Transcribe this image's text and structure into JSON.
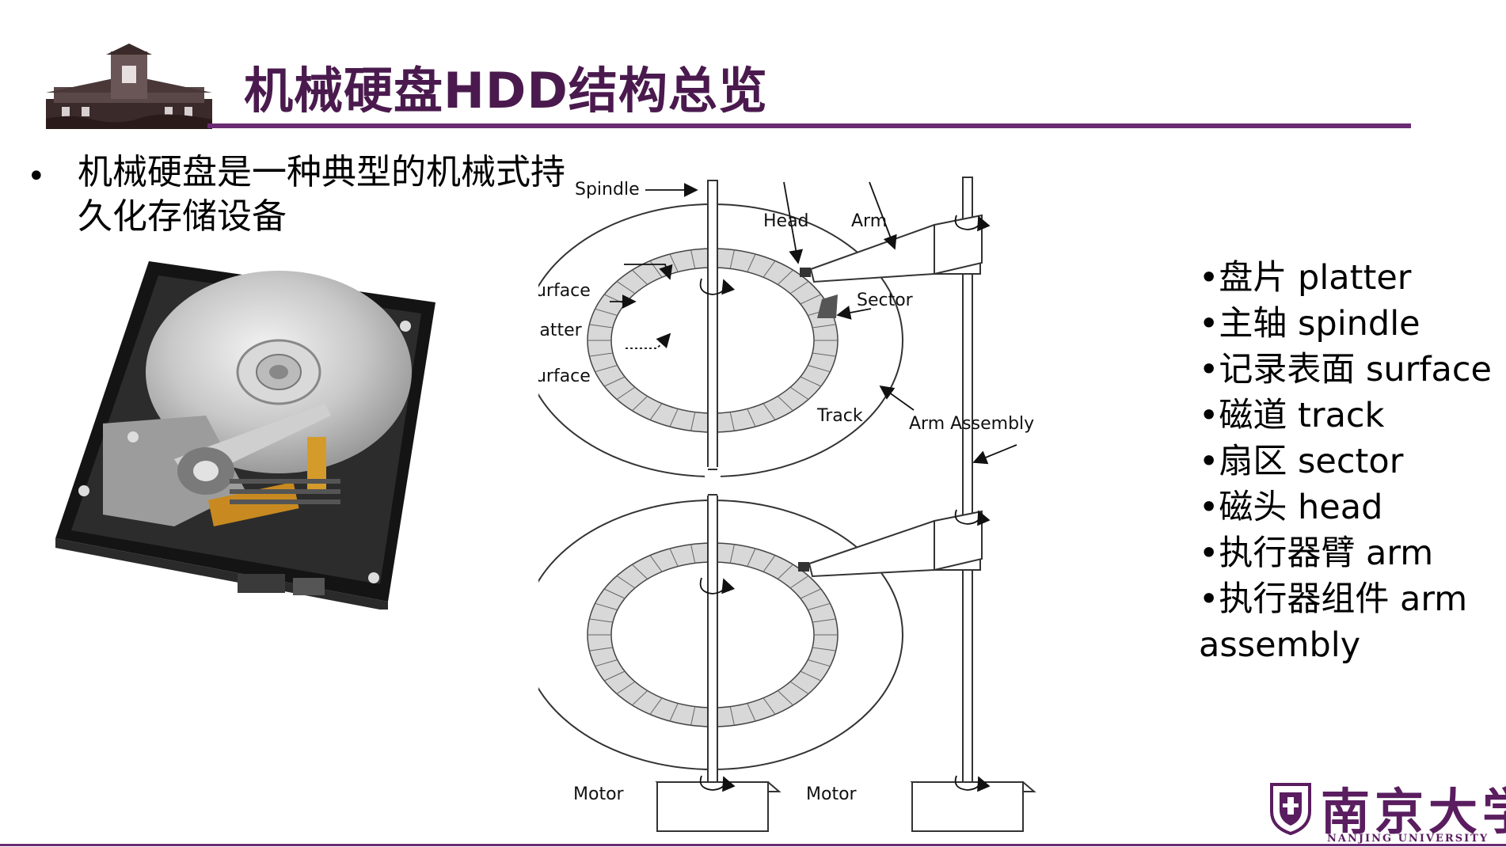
{
  "slide": {
    "title": "机械硬盘HDD结构总览",
    "bullet": "机械硬盘是一种典型的机械式持久化存储设备",
    "bullet_line1": "机械硬盘是一种典型的机械式持",
    "bullet_line2": "久化存储设备",
    "accent_color": "#6b2b73"
  },
  "diagram": {
    "labels": {
      "spindle": "Spindle",
      "head": "Head",
      "arm": "Arm",
      "surface_top": "Surface",
      "platter": "Platter",
      "surface_bottom": "Surface",
      "sector": "Sector",
      "track": "Track",
      "arm_assembly": "Arm Assembly",
      "motor_left": "Motor",
      "motor_right": "Motor"
    }
  },
  "terms": [
    "•盘片 platter",
    "•主轴 spindle",
    "•记录表面 surface",
    "•磁道 track",
    "•扇区 sector",
    "•磁头 head",
    "•执行器臂 arm",
    "•执行器组件 arm",
    "assembly"
  ],
  "footer": {
    "university_cn": "南京大学",
    "university_en": "NANJING UNIVERSITY"
  }
}
